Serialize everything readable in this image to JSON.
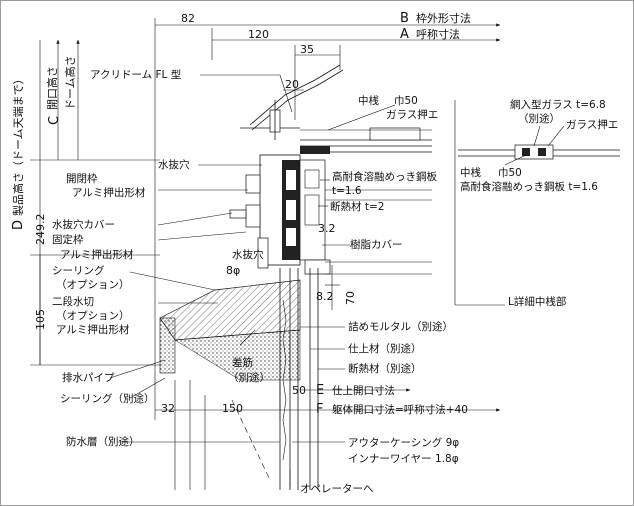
{
  "dimensions": {
    "d82": "82",
    "d120": "120",
    "d35": "35",
    "d20": "20",
    "d249": "249.2",
    "d105": "105",
    "d3_2": "3.2",
    "d8_2": "8.2",
    "d70": "70",
    "d50": "50",
    "d32": "32",
    "d150": "150",
    "d8phi": "8φ"
  },
  "header_labels": {
    "B_letter": "B",
    "B_text": "枠外形寸法",
    "A_letter": "A",
    "A_text": "呼称寸法",
    "D_letter": "D",
    "D_text": "製品高さ（ドーム天端まで）",
    "C_letter": "C",
    "C_text": "開口高さ",
    "C_text2": "ドーム高さ"
  },
  "callouts": {
    "acryl_dome": "アクリドーム FL 型",
    "nakasan": "中桟",
    "haba50": "巾50",
    "glass_osae": "ガラス押エ",
    "mizunuki_ana": "水抜穴",
    "kaiheiwaku": "開閉枠",
    "alumi1": "アルミ押出形材",
    "koutaishoku1": "高耐食溶融めっき鋼板",
    "t16": "t=1.6",
    "dannetsu_t2": "断熱材 t=2",
    "mizunuki_cover": "水抜穴カバー",
    "koteiwaku": "固定枠",
    "alumi2": "アルミ押出形材",
    "sealing_opt": "シーリング",
    "option1": "（オプション）",
    "jushi_cover": "樹脂カバー",
    "mizunuki_ana2": "水抜穴",
    "nidan_mizukiri": "二段水切",
    "option2": "（オプション）",
    "alumi3": "アルミ押出形材",
    "tsume_mortar": "詰めモルタル（別途）",
    "shiage": "仕上材（別途）",
    "dannetsu_betto": "断熱材（別途）",
    "haisui_pipe": "排水パイプ",
    "sealing_betto": "シーリング（別途）",
    "sakin": "差筋",
    "betto": "（別途）",
    "E_letter": "E",
    "E_text": "仕上開口寸法",
    "F_letter": "F",
    "F_text": "躯体開口寸法=呼称寸法+40",
    "bousui": "防水層（別途）",
    "outer_casing": "アウターケーシング 9φ",
    "inner_wire": "インナーワイヤー 1.8φ",
    "operator": "オペレーターへ"
  },
  "detail_L": {
    "amiiri_glass": "網入型ガラス t=6.8",
    "betto": "（別途）",
    "glass_osae": "ガラス押エ",
    "nakasan": "中桟",
    "haba50": "巾50",
    "koutaishoku": "高耐食溶融めっき鋼板 t=1.6",
    "title": "L詳細中桟部"
  }
}
